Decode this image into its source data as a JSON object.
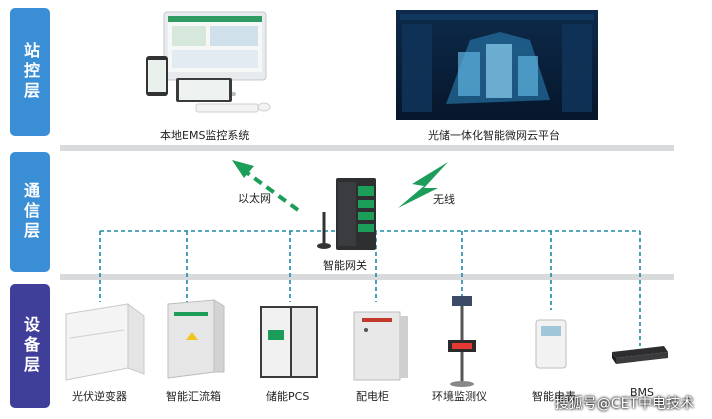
{
  "layers": {
    "station": "站控层",
    "comm": "通信层",
    "device": "设备层"
  },
  "station": {
    "local_ems": "本地EMS监控系统",
    "cloud": "光储一体化智能微网云平台"
  },
  "comm": {
    "ethernet": "以太网",
    "wireless": "无线",
    "gateway": "智能网关"
  },
  "devices": [
    "光伏逆变器",
    "智能汇流箱",
    "储能PCS",
    "配电柜",
    "环境监测仪",
    "智能电表",
    "BMS"
  ],
  "watermark": "搜狐号@CET中电技术",
  "colors": {
    "layer_tab_station": "#3a8ed6",
    "layer_tab_comm": "#3a8ed6",
    "layer_tab_device": "#3f3f99",
    "dashed_line": "#1e88a8",
    "arrow_green": "#1c9d5a"
  }
}
